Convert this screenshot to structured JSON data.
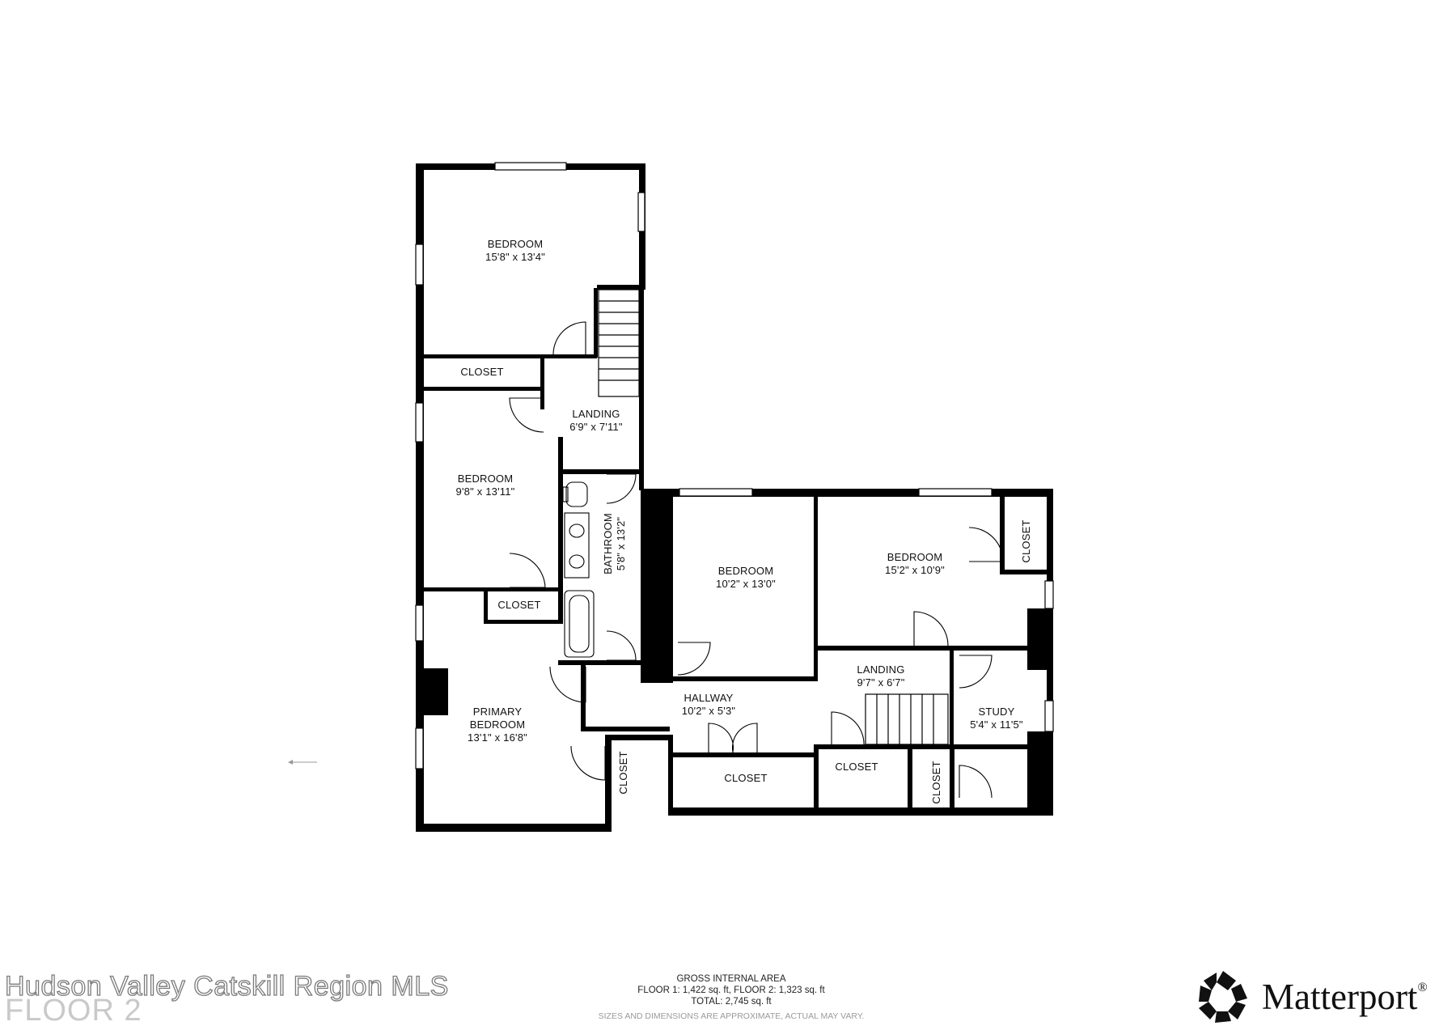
{
  "rooms": {
    "bedroom_top": {
      "name": "BEDROOM",
      "dims": "15'8\" x 13'4\""
    },
    "closet_top": {
      "name": "CLOSET"
    },
    "landing_top": {
      "name": "LANDING",
      "dims": "6'9\" x 7'11\""
    },
    "bedroom_mid": {
      "name": "BEDROOM",
      "dims": "9'8\" x 13'11\""
    },
    "bathroom": {
      "name": "BATHROOM",
      "dims": "5'8\" x 13'2\""
    },
    "closet_mid": {
      "name": "CLOSET"
    },
    "primary_bedroom": {
      "name1": "PRIMARY",
      "name2": "BEDROOM",
      "dims": "13'1\" x 16'8\""
    },
    "closet_primary": {
      "name": "CLOSET"
    },
    "bedroom_center": {
      "name": "BEDROOM",
      "dims": "10'2\" x 13'0\""
    },
    "bedroom_right": {
      "name": "BEDROOM",
      "dims": "15'2\" x 10'9\""
    },
    "closet_right_top": {
      "name": "CLOSET"
    },
    "landing_right": {
      "name": "LANDING",
      "dims": "9'7\" x 6'7\""
    },
    "hallway": {
      "name": "HALLWAY",
      "dims": "10'2\" x 5'3\""
    },
    "closet_hall": {
      "name": "CLOSET"
    },
    "closet_landing": {
      "name": "CLOSET"
    },
    "closet_study": {
      "name": "CLOSET"
    },
    "study": {
      "name": "STUDY",
      "dims": "5'4\" x 11'5\""
    }
  },
  "footer": {
    "heading": "GROSS INTERNAL AREA",
    "floors": "FLOOR 1: 1,422 sq. ft, FLOOR 2: 1,323 sq. ft",
    "total": "TOTAL: 2,745 sq. ft",
    "disclaimer": "SIZES AND DIMENSIONS ARE APPROXIMATE, ACTUAL MAY VARY."
  },
  "watermark": "Hudson Valley Catskill Region MLS",
  "floor_title": "FLOOR 2",
  "brand": {
    "name": "Matterport",
    "mark": "®"
  },
  "colors": {
    "wall": "#000000",
    "background": "#ffffff",
    "watermark_stroke": "#7a7a7a",
    "floor_title": "#c9c9c9"
  }
}
